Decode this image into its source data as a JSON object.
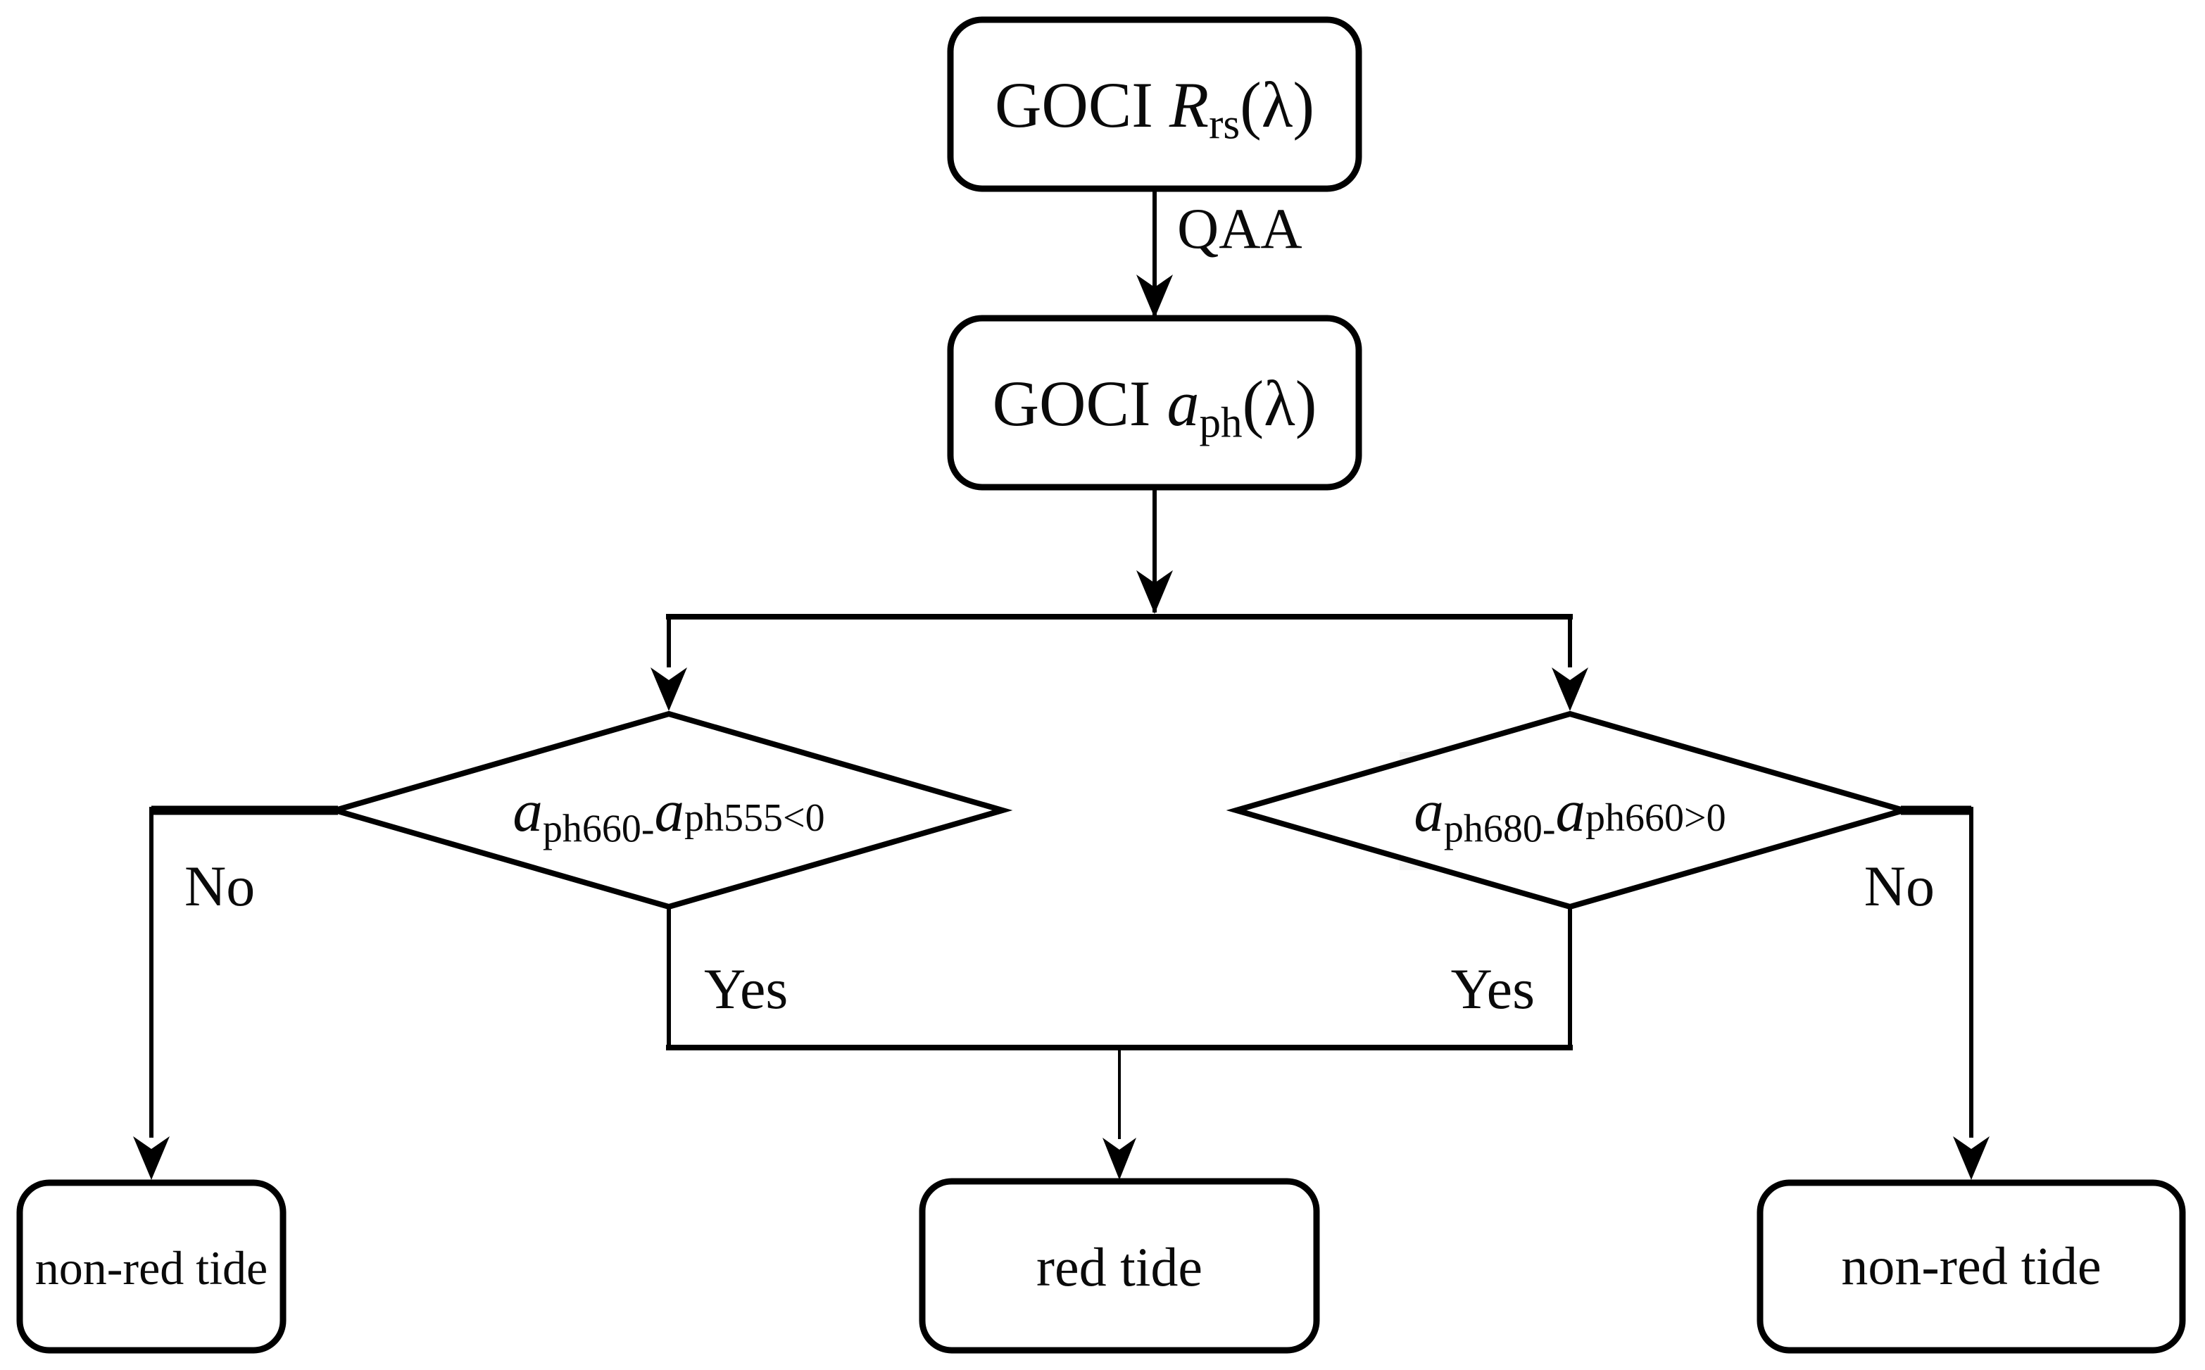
{
  "figure": {
    "type": "flowchart",
    "colors": {
      "background": "#ffffff",
      "line": "#000000",
      "text": "#0a0a0a",
      "highlight": "#f4f4f4"
    },
    "nodes": {
      "input_box": {
        "plain": "GOCI Rrs(λ)",
        "rich": [
          {
            "t": "GOCI "
          },
          {
            "t": "R",
            "s": "i"
          },
          {
            "t": "rs",
            "s": "sub"
          },
          {
            "t": "(λ)"
          }
        ]
      },
      "aph_box": {
        "plain": "GOCI aph(λ)",
        "rich": [
          {
            "t": "GOCI "
          },
          {
            "t": "a",
            "s": "i"
          },
          {
            "t": "ph",
            "s": "sub"
          },
          {
            "t": "(λ)"
          }
        ]
      },
      "left_decision": {
        "plain": "aph660-aph555<0",
        "rich": [
          {
            "t": "a",
            "s": "i"
          },
          {
            "t": "ph660-",
            "s": "sub"
          },
          {
            "t": "a",
            "s": "i"
          },
          {
            "t": "ph555<0",
            "s": "small"
          }
        ]
      },
      "right_decision": {
        "plain": "aph680-aph660>0",
        "rich": [
          {
            "t": "a",
            "s": "i"
          },
          {
            "t": "ph680-",
            "s": "sub"
          },
          {
            "t": "a",
            "s": "i"
          },
          {
            "t": "ph660>0",
            "s": "small"
          }
        ]
      },
      "non_red_tide_left": {
        "label": "non-red tide"
      },
      "red_tide": {
        "label": "red tide"
      },
      "non_red_tide_right": {
        "label": "non-red tide"
      }
    },
    "edge_labels": {
      "qaa": "QAA",
      "yes_left": "Yes",
      "yes_right": "Yes",
      "no_left": "No",
      "no_right": "No"
    }
  }
}
